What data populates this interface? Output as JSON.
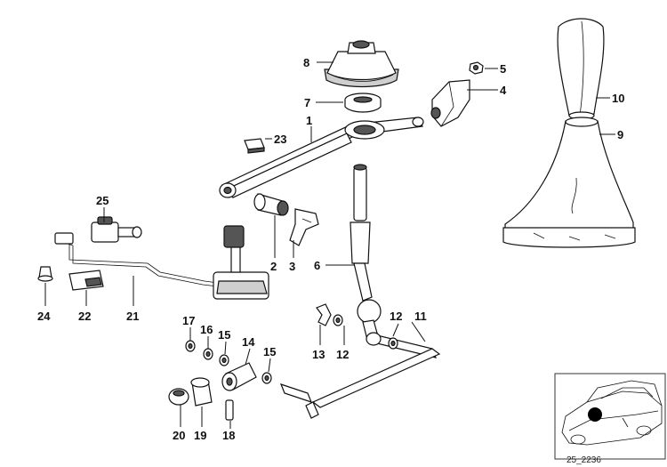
{
  "callouts": {
    "p1": "1",
    "p2": "2",
    "p3": "3",
    "p4": "4",
    "p5": "5",
    "p6": "6",
    "p7": "7",
    "p8": "8",
    "p9": "9",
    "p10": "10",
    "p11": "11",
    "p12a": "12",
    "p12b": "12",
    "p13": "13",
    "p14": "14",
    "p15a": "15",
    "p15b": "15",
    "p16": "16",
    "p17": "17",
    "p18": "18",
    "p19": "19",
    "p20": "20",
    "p21": "21",
    "p22": "22",
    "p23": "23",
    "p24": "24",
    "p25": "25"
  },
  "reference_code": "25_2236",
  "colors": {
    "ink": "#111111",
    "shade": "#555555",
    "light": "#cfcfcf",
    "marker": "#000000"
  }
}
